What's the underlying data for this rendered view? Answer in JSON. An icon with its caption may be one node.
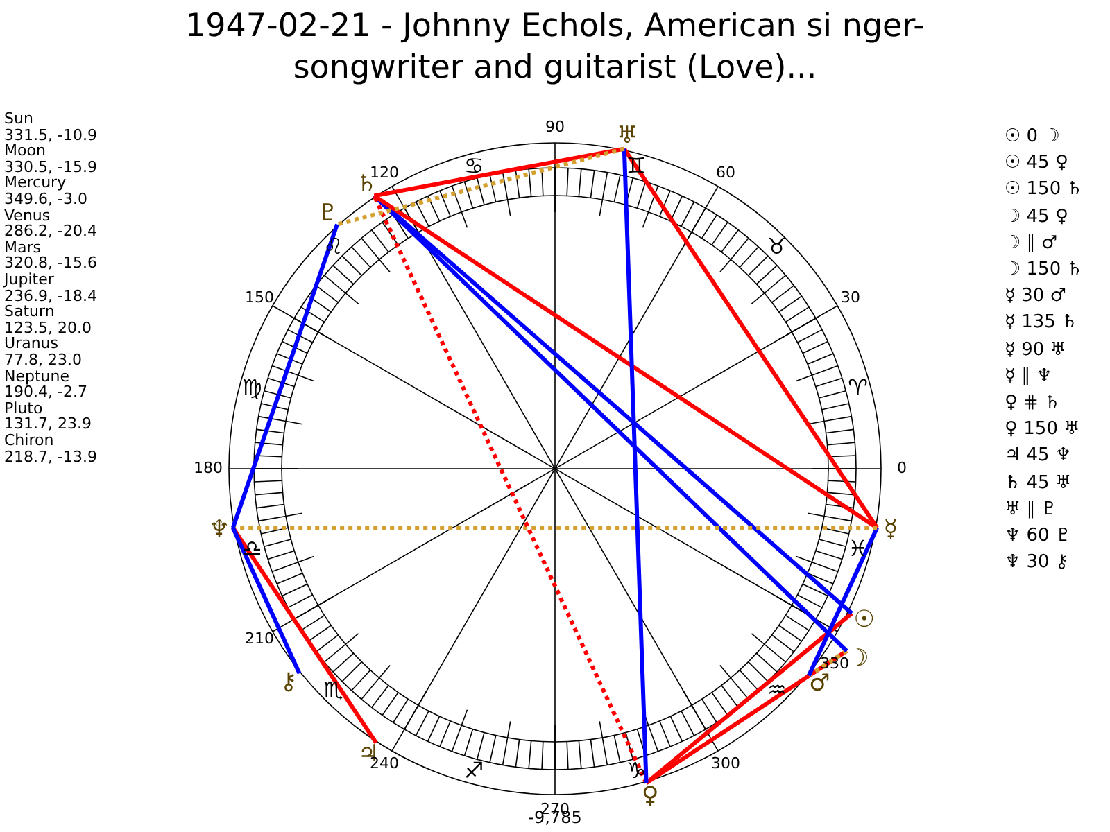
{
  "diagram": {
    "title": "1947-02-21 - Johnny Echols, American si nger-songwriter and guitarist (Love)...",
    "nodes": [
      {
        "text": [
          "☉"
        ]
      },
      {
        "text": [
          "☽"
        ]
      },
      {
        "text": [
          "☿"
        ]
      },
      {
        "text": [
          "♀"
        ]
      },
      {
        "text": [
          "♂"
        ]
      },
      {
        "text": [
          "♃"
        ]
      },
      {
        "text": [
          "♄"
        ]
      },
      {
        "text": [
          "♅"
        ]
      },
      {
        "text": [
          "♆"
        ]
      },
      {
        "text": [
          "♇"
        ]
      },
      {
        "text": [
          "⚷"
        ]
      }
    ],
    "edges": [
      {
        "from": 0,
        "to": 3,
        "arrow": "none",
        "color": "#ff0000"
      },
      {
        "from": 0,
        "to": 6,
        "arrow": "none",
        "color": "#0000ff"
      },
      {
        "from": 1,
        "to": 3,
        "arrow": "none",
        "color": "#ff0000"
      },
      {
        "from": 1,
        "to": 4,
        "arrow": "none",
        "style": "dashed",
        "color": "#d4a030"
      },
      {
        "from": 1,
        "to": 6,
        "arrow": "none",
        "color": "#0000ff"
      },
      {
        "from": 2,
        "to": 4,
        "arrow": "none",
        "color": "#0000ff"
      },
      {
        "from": 2,
        "to": 6,
        "arrow": "none",
        "color": "#ff0000"
      },
      {
        "from": 2,
        "to": 7,
        "arrow": "none",
        "color": "#ff0000"
      },
      {
        "from": 2,
        "to": 8,
        "arrow": "none",
        "style": "dashed",
        "color": "#d4a030"
      },
      {
        "from": 3,
        "to": 6,
        "arrow": "none",
        "style": "dashed",
        "color": "#ff0000"
      },
      {
        "from": 3,
        "to": 7,
        "arrow": "none",
        "color": "#0000ff"
      },
      {
        "from": 5,
        "to": 8,
        "arrow": "none",
        "color": "#ff0000"
      },
      {
        "from": 6,
        "to": 7,
        "arrow": "none",
        "color": "#ff0000"
      },
      {
        "from": 7,
        "to": 9,
        "arrow": "none",
        "style": "dashed",
        "color": "#d4a030"
      },
      {
        "from": 8,
        "to": 9,
        "arrow": "none",
        "color": "#0000ff"
      },
      {
        "from": 8,
        "to": 10,
        "arrow": "none",
        "color": "#0000ff"
      }
    ],
    "labels": [
      "Sun",
      "331.5, -10.9",
      "Moon",
      "330.5, -15.9",
      "Mercury",
      "349.6, -3.0",
      "Venus",
      "286.2, -20.4",
      "Mars",
      "320.8, -15.6",
      "Jupiter",
      "236.9, -18.4",
      "Saturn",
      "123.5, 20.0",
      "Uranus",
      "77.8, 23.0",
      "Neptune",
      "190.4, -2.7",
      "Pluto",
      "131.7, 23.9",
      "Chiron",
      "218.7, -13.9",
      "90",
      "120",
      "60",
      "150",
      "30",
      "180",
      "0",
      "210",
      "330",
      "240",
      "300",
      "270",
      "♋",
      "♊",
      "♌",
      "♉",
      "♍",
      "♈",
      "♎",
      "♓",
      "♏",
      "♒",
      "♐",
      "♑",
      "-9,785",
      "☉ 0 ☽",
      "☉ 45 ♀",
      "☉ 150 ♄",
      "☽ 45 ♀",
      "☽ ∥ ♂",
      "☽ 150 ♄",
      "☿ 30 ♂",
      "☿ 135 ♄",
      "☿ 90 ♅",
      "☿ ∥ ♆",
      "♀ ⋕ ♄",
      "♀ 150 ♅",
      "♃ 45 ♆",
      "♄ 45 ♅",
      "♅ ∥ ♇",
      "♆ 60 ♇",
      "♆ 30 ⚷"
    ]
  }
}
